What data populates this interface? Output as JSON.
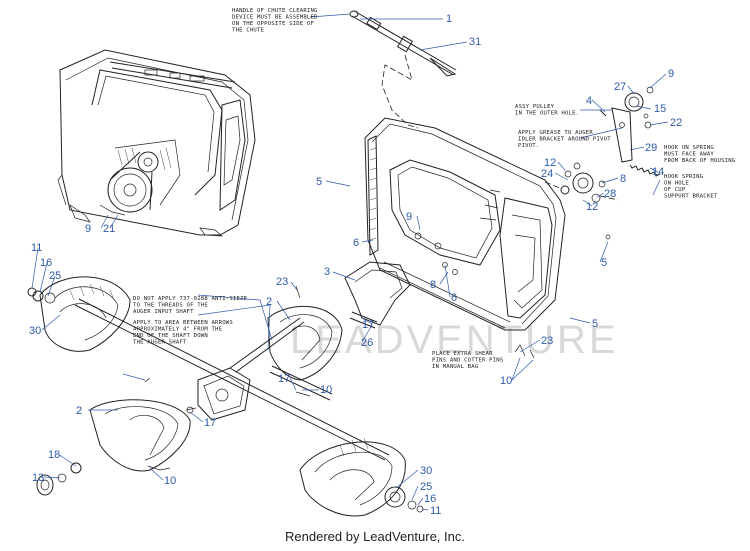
{
  "diagram": {
    "watermark": "LEADVENTURE",
    "notes": [
      [
        "HANDLE OF CHUTE CLEARING",
        "DEVICE MUST BE ASSEMBLED",
        "ON THE OPPOSITE SIDE OF",
        "THE CHUTE"
      ],
      [
        "ASSY PULLEY",
        "IN THE OUTER HOLE."
      ],
      [
        "APPLY GREASE TO AUGER",
        "IDLER BRACKET AROUND PIVOT",
        "PIVOT."
      ],
      [
        "HOOK ON SPRING",
        "MUST FACE AWAY",
        "FROM BACK OF HOUSING"
      ],
      [
        "HOOK SPRING",
        "ON HOLE",
        "OF CUP",
        "SUPPORT BRACKET"
      ],
      [
        "DO NOT APPLY 737-0288 ANTI-SIEZE",
        "TO THE THREADS OF THE",
        "AUGER INPUT SHAFT"
      ],
      [
        "APPLY TO AREA BETWEEN ARROWS",
        "APPROXIMATELY 4\" FROM THE",
        "END OF THE SHAFT DOWN",
        "THE AUGER SHAFT"
      ],
      [
        "PLACE EXTRA SHEAR",
        "PINS AND COTTER PINS",
        "IN MANUAL BAG"
      ]
    ],
    "callouts": [
      "1",
      "31",
      "9",
      "27",
      "4",
      "15",
      "22",
      "29",
      "12",
      "24",
      "8",
      "14",
      "28",
      "12",
      "5",
      "9",
      "6",
      "5",
      "3",
      "8",
      "6",
      "5",
      "17",
      "26",
      "23",
      "10",
      "11",
      "16",
      "25",
      "30",
      "2",
      "23",
      "2",
      "17",
      "10",
      "17",
      "18",
      "13",
      "30",
      "25",
      "16",
      "11",
      "21",
      "9"
    ],
    "colors": {
      "callout": "#2f5aa8",
      "ink": "#222222",
      "watermark": "#d8d8d8"
    }
  },
  "footer": {
    "credit": "Rendered by LeadVenture, Inc."
  }
}
